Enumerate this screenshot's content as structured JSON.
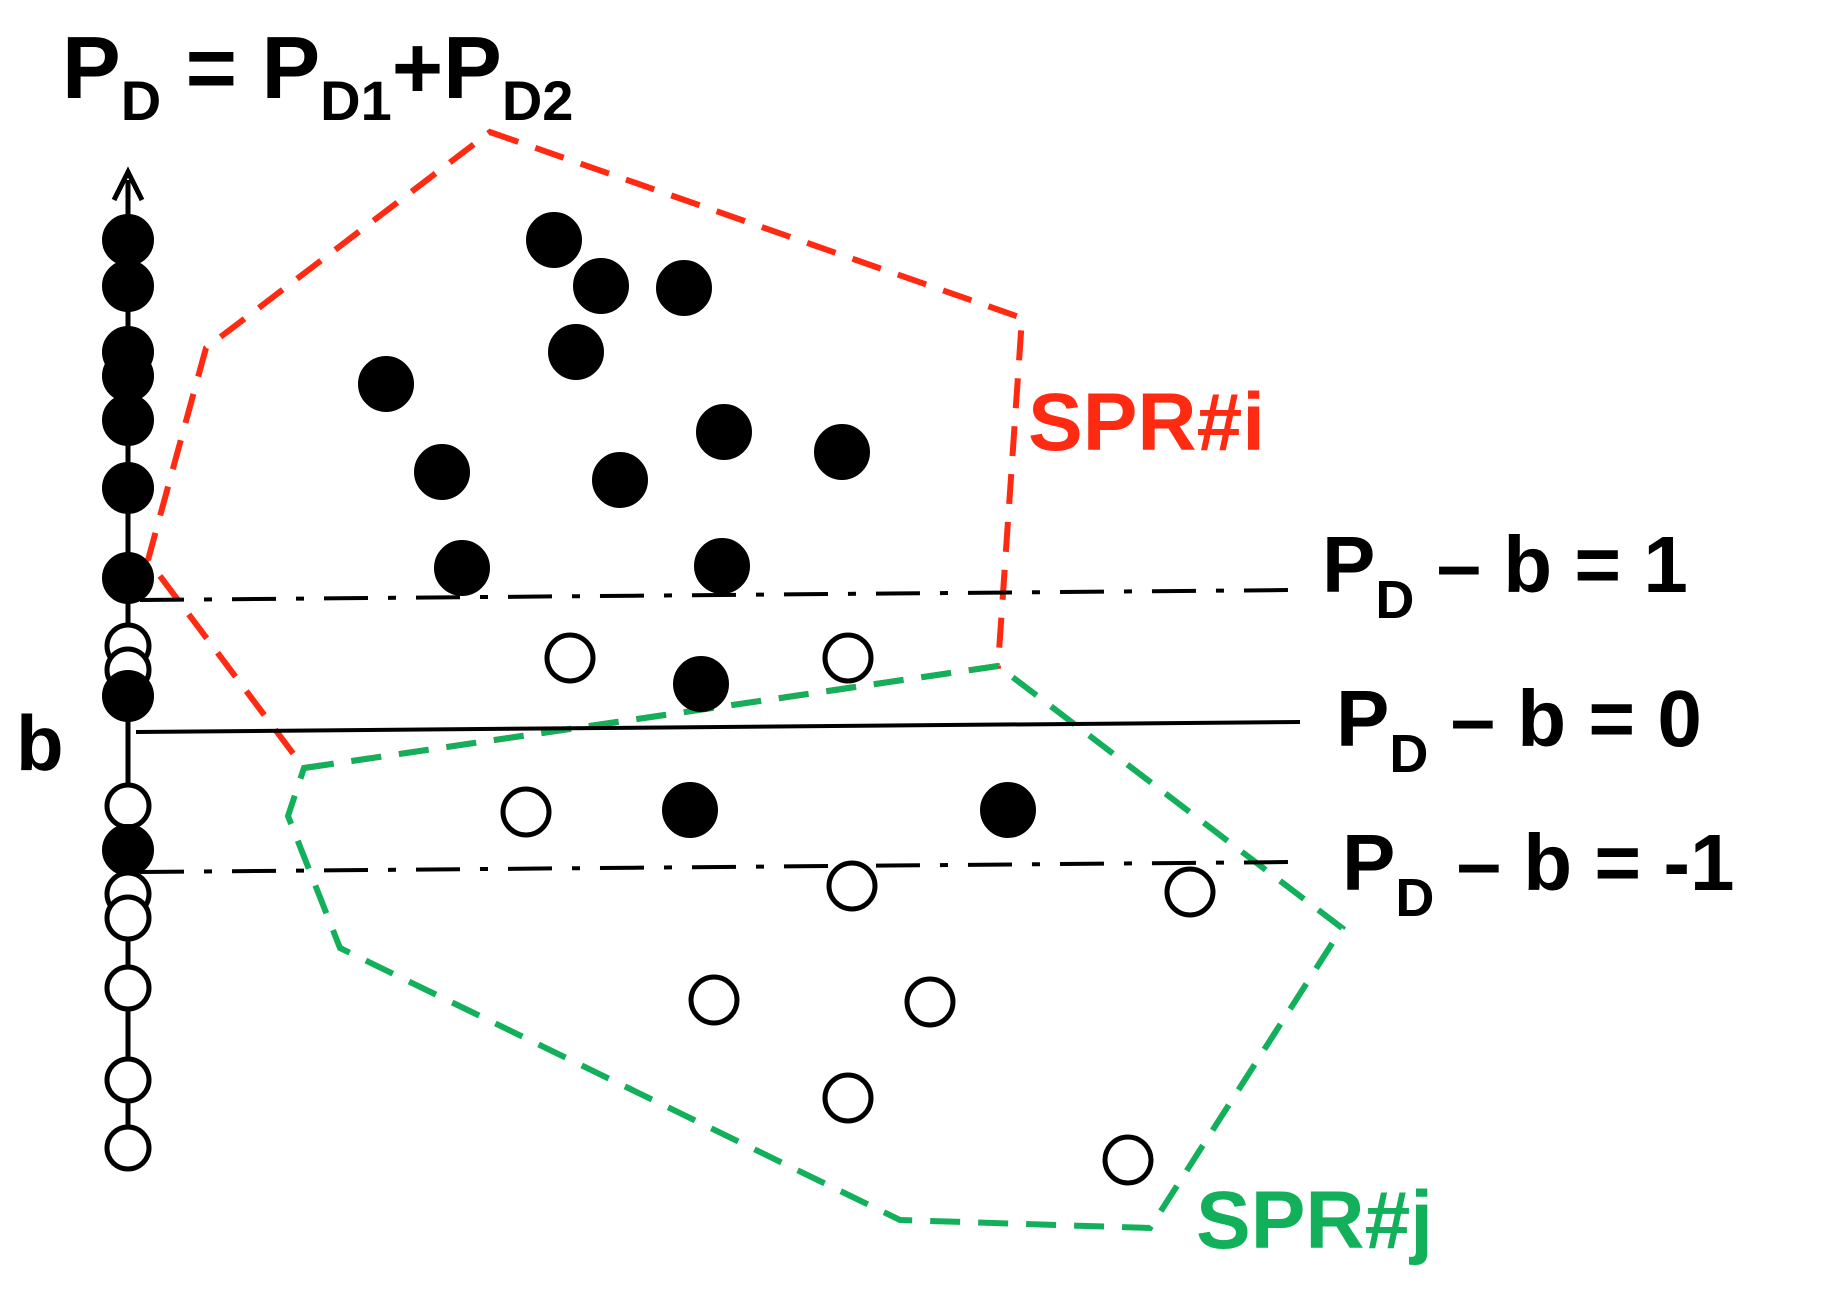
{
  "axis_title": {
    "main": "P",
    "main_sub": "D",
    "equals": " = ",
    "term1": "P",
    "term1_sub": "D1",
    "plus": "+",
    "term2": "P",
    "term2_sub": "D2"
  },
  "axis_b_label": "b",
  "lines": [
    {
      "id": "plus1",
      "p": "P",
      "sub": "D",
      "rest": " – b = 1",
      "style": "dash-dot"
    },
    {
      "id": "zero",
      "p": "P",
      "sub": "D",
      "rest": " – b = 0",
      "style": "solid"
    },
    {
      "id": "minus1",
      "p": "P",
      "sub": "D",
      "rest": " – b = -1",
      "style": "dash-dot"
    }
  ],
  "regions": [
    {
      "id": "spr-i",
      "label": "SPR#i",
      "color": "#ff2a12"
    },
    {
      "id": "spr-j",
      "label": "SPR#j",
      "color": "#12b05a"
    }
  ],
  "colors": {
    "ink": "#000000",
    "open_point_fill": "#ffffff"
  },
  "point_classes": [
    "filled",
    "open"
  ]
}
